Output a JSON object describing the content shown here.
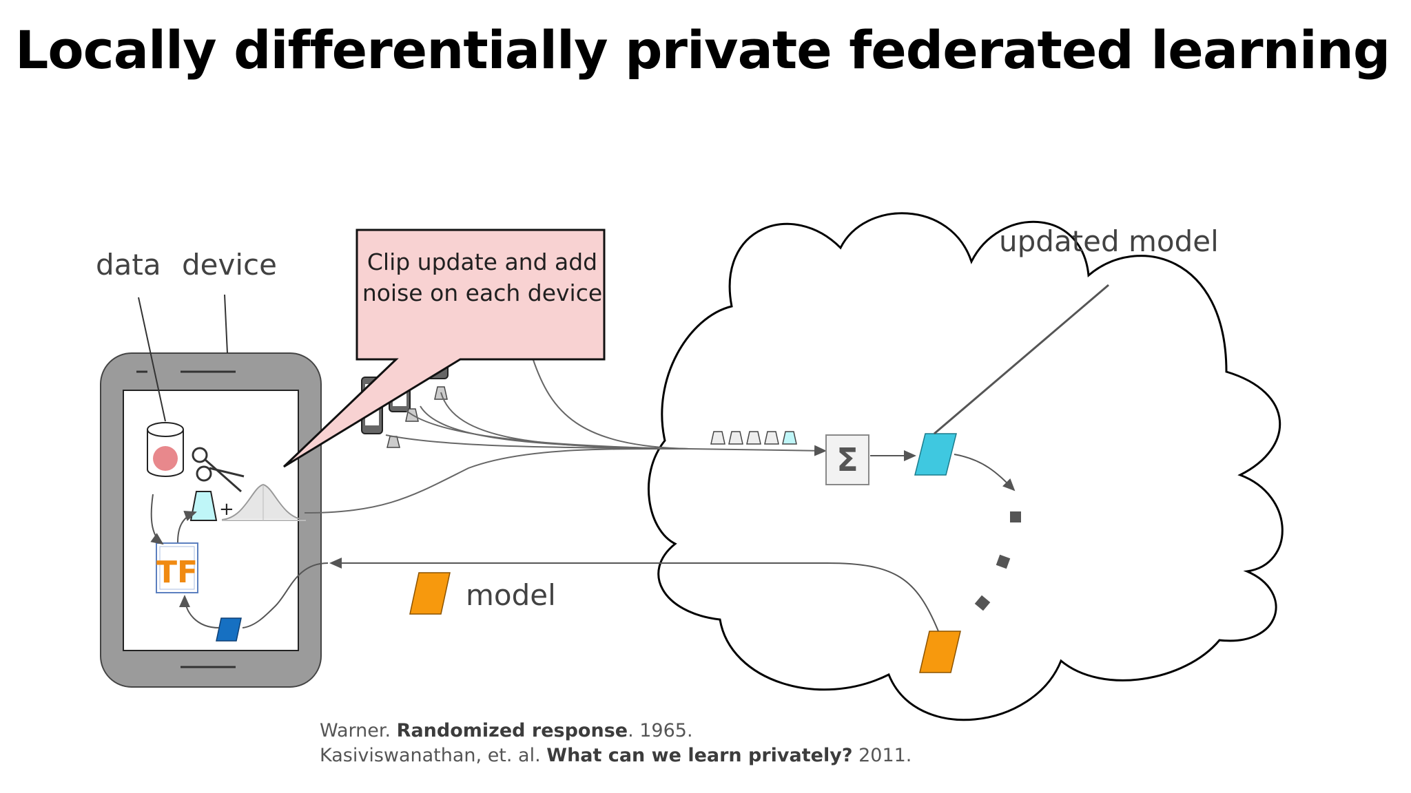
{
  "slide": {
    "title": "Locally differentially private federated learning",
    "labels": {
      "data": "data",
      "device": "device",
      "model": "model",
      "updated_model": "updated model"
    },
    "callout": "Clip update and add noise on each device",
    "aggregate_symbol": "Σ",
    "plus_symbol": "+",
    "tf_logo_text": "TF",
    "references": [
      {
        "author": "Warner. ",
        "title": "Randomized response",
        "tail": ". 1965."
      },
      {
        "author": "Kasiviswanathan, et. al. ",
        "title": "What can we learn privately?",
        "tail": " 2011."
      }
    ]
  },
  "colors": {
    "callout_fill": "#f8d2d2",
    "phone_body": "#9b9b9b",
    "model_orange": "#f7990d",
    "update_cyan": "#3fc8e0",
    "local_model_blue": "#1670c2",
    "data_dot": "#e8888c",
    "update_light": "#bff6f8"
  }
}
